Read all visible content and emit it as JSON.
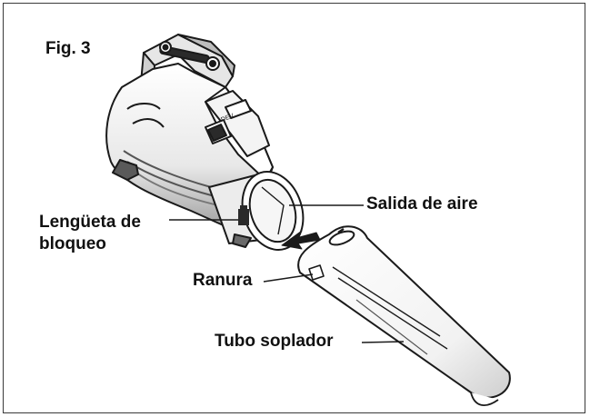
{
  "figure": {
    "label": "Fig. 3"
  },
  "callouts": {
    "locking_tab": {
      "line1": "Lengüeta de",
      "line2": "bloqueo"
    },
    "air_outlet": "Salida de aire",
    "slot": "Ranura",
    "blower_tube": "Tubo soplador"
  },
  "colors": {
    "ink": "#1a1a1a",
    "shade": "#9a9a9a",
    "light_shade": "#d6d6d6",
    "background": "#ffffff"
  }
}
